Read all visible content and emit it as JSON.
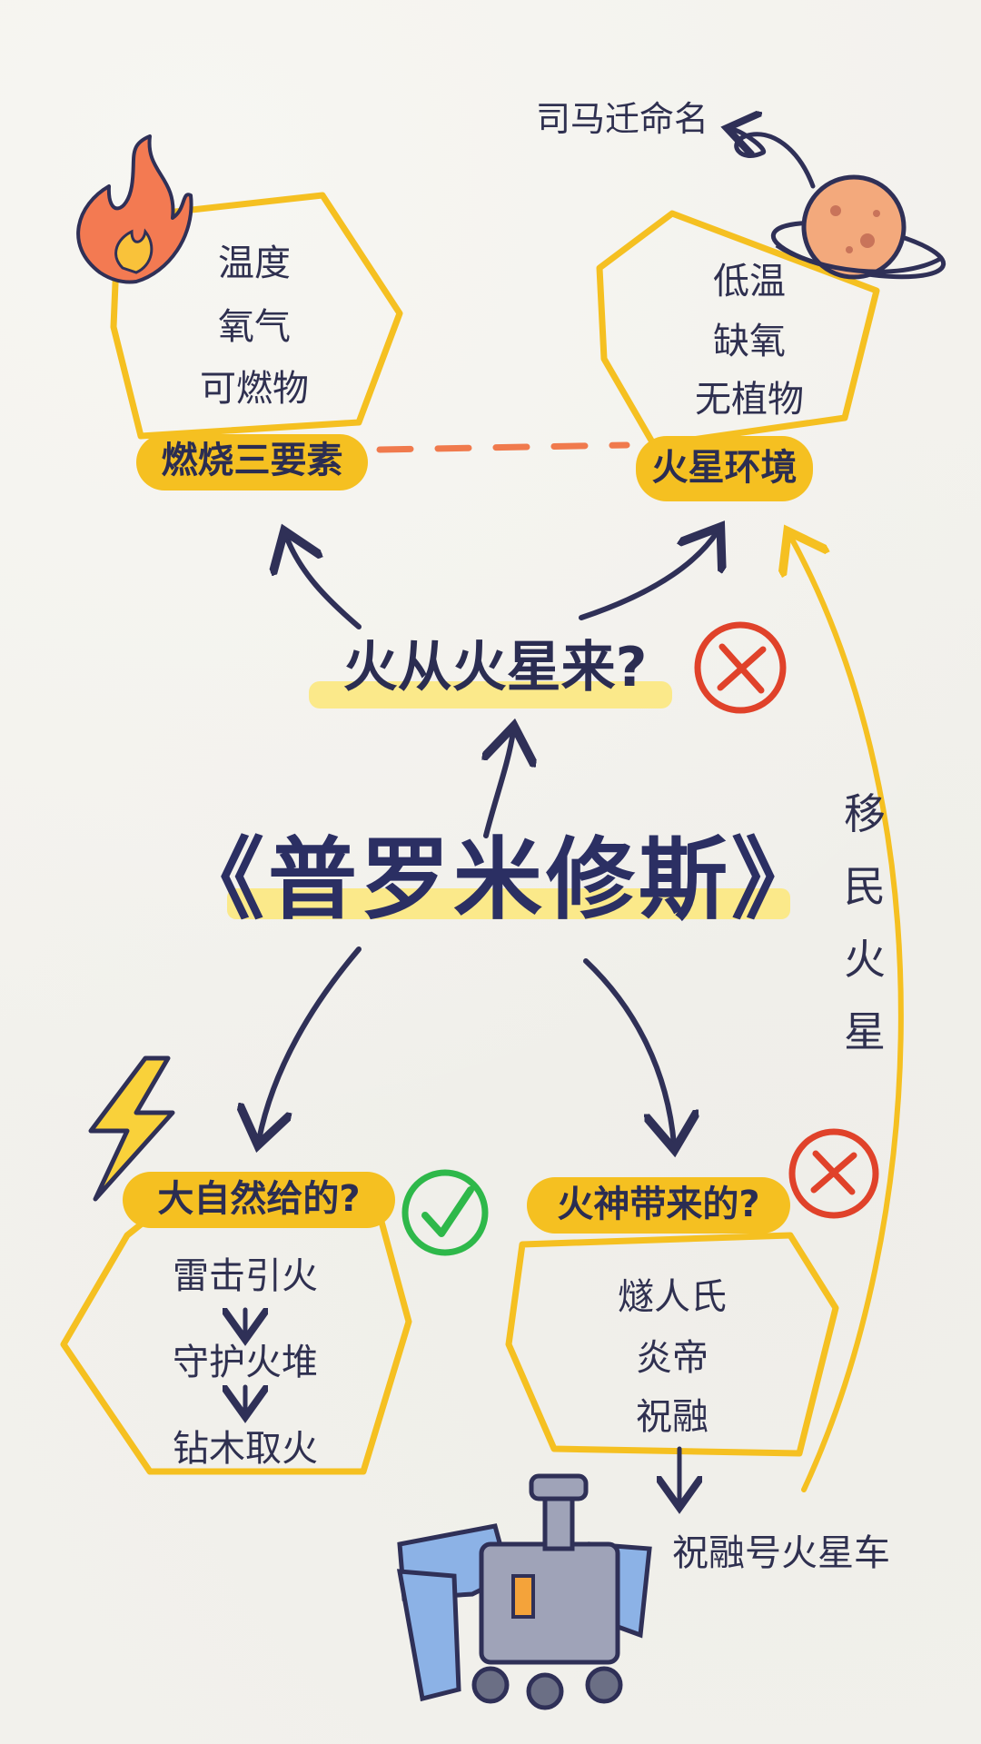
{
  "title": "《普罗米修斯》",
  "question_mars": "火从火星来?",
  "combustion": {
    "label": "燃烧三要素",
    "items": [
      "温度",
      "氧气",
      "可燃物"
    ]
  },
  "mars_env": {
    "label": "火星环境",
    "items": [
      "低温",
      "缺氧",
      "无植物"
    ]
  },
  "sima_note": "司马迁命名",
  "nature": {
    "label": "大自然给的?",
    "steps": [
      "雷击引火",
      "守护火堆",
      "钻木取火"
    ]
  },
  "god": {
    "label": "火神带来的?",
    "items": [
      "燧人氏",
      "炎帝",
      "祝融"
    ]
  },
  "rover_label": "祝融号火星车",
  "migrate_chars": [
    "移",
    "民",
    "火",
    "星"
  ],
  "colors": {
    "yellow": "#f5c021",
    "navy": "#2f3057",
    "red": "#e0422a",
    "green": "#2eb84a",
    "dash": "#f07a4d"
  }
}
